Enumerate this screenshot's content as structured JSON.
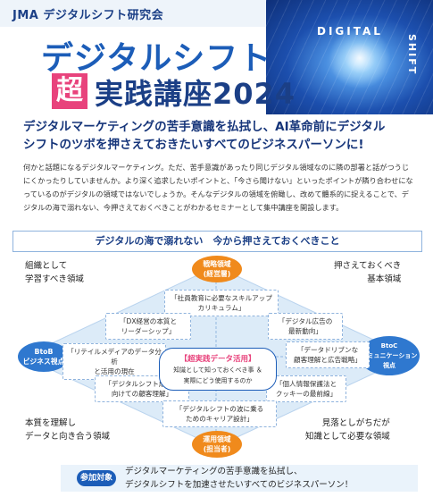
{
  "header": {
    "org": "JMA デジタルシフト研究会",
    "title_main": "デジタルシフト",
    "title_highlight": "超",
    "title_rest": "実践講座2024",
    "art_text_h": "DIGITAL",
    "art_text_v": "SHIFT"
  },
  "lead": {
    "line1": "デジタルマーケティングの苦手意識を払拭し、AI革命前にデジタル",
    "line2": "シフトのツボを押さえておきたいすべてのビジネスパーソンに!"
  },
  "body": {
    "text": "何かと話題になるデジタルマーケティング。ただ、苦手意識があったり同じデジタル領域なのに隣の部署と話がつうじにくかったりしていませんか。より深く追求したいポイントと、「今さら聞けない」といったポイントが隣り合わせになっているのがデジタルの領域ではないでしょうか。そんなデジタルの領域を俯瞰し、改めて體系的に捉えることで、デジタルの海で溺れない、今押さえておくべきことがわかるセミナーとして集中講座を開設します。"
  },
  "diagram": {
    "heading": "デジタルの海で溺れない　今から押さえておくべきこと",
    "quadrants": {
      "tl": [
        "組織として",
        "学習すべき領域"
      ],
      "tr": [
        "押さえておくべき",
        "基本領域"
      ],
      "bl": [
        "本質を理解し",
        "データと向き合う領域"
      ],
      "br": [
        "見落としがちだが",
        "知識として必要な領域"
      ]
    },
    "ovals": {
      "top": [
        "戦略領域",
        "(経営層)"
      ],
      "bottom": [
        "運用領域",
        "(担当者)"
      ],
      "left": [
        "BtoB",
        "ビジネス視点"
      ],
      "right": [
        "BtoC",
        "コミュニケーション",
        "視点"
      ]
    },
    "center": {
      "title": "【超実践データ活用】",
      "sub1": "知識として知っておくべき事 ＆",
      "sub2": "実際にどう使用するのか"
    },
    "boxes": {
      "b1": [
        "「社員教育に必要なスキルアップ",
        "カリキュラム」"
      ],
      "b2": [
        "「DX経営の本質と",
        "リーダーシップ」"
      ],
      "b3": [
        "「デジタル広告の",
        "最新動向」"
      ],
      "b4": [
        "「リテイルメディアのデータ分析",
        "と活用の現在"
      ],
      "b5": [
        "「データドリブンな",
        "顧客理解と広告戦略」"
      ],
      "b6": [
        "「デジタルシフト成功に",
        "向けての顧客理解」"
      ],
      "b7": [
        "「個人情報保護法と",
        "クッキーの最前線」"
      ],
      "b8": [
        "「デジタルシフトの波に乗る",
        "ためのキャリア設計」"
      ]
    }
  },
  "footer": {
    "badge": "参加対象",
    "line1": "デジタルマーケティングの苦手意識を払拭し、",
    "line2": "デジタルシフトを加速させたいすべてのビジネスパーソン！"
  }
}
